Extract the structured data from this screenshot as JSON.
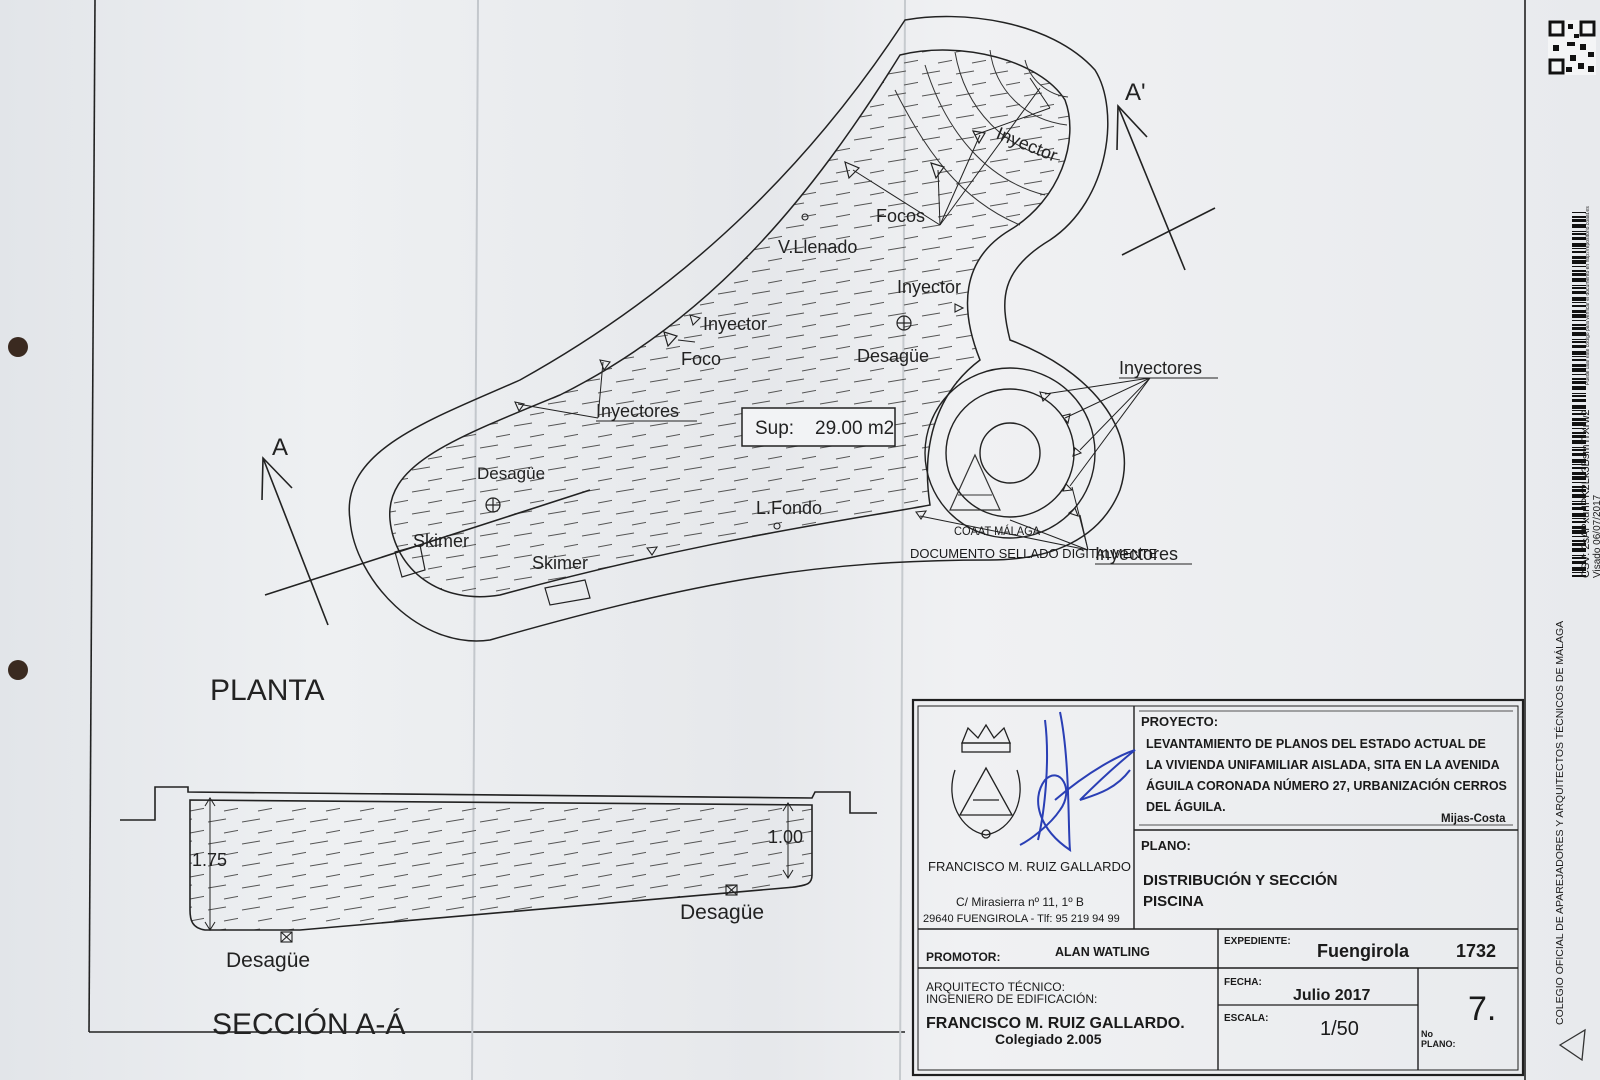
{
  "plan": {
    "view_title": "PLANTA",
    "section_title": "SECCIÓN A-Á",
    "marker_a": "A",
    "marker_a_prime": "A'",
    "area_label": "Sup:",
    "area_value": "29.00 m2",
    "labels": {
      "inyector_top": "Inyector",
      "focos": "Focos",
      "v_llenado": "V.Llenado",
      "inyector_mid": "Inyector",
      "inyector_left": "Inyector",
      "foco": "Foco",
      "desague_center": "Desagüe",
      "inyectores_right": "Inyectores",
      "inyectores_left": "Inyectores",
      "desague_left": "Desagüe",
      "l_fondo": "L.Fondo",
      "skimer_1": "Skimer",
      "skimer_2": "Skimer",
      "inyectores_bottom": "Inyectores"
    },
    "stamp_line1": "COAAT MÁLAGA",
    "stamp_line2": "DOCUMENTO SELLADO DIGITALMENTE"
  },
  "section": {
    "depth_shallow": "1.00",
    "depth_deep": "1.75",
    "drain_left": "Desagüe",
    "drain_right": "Desagüe"
  },
  "title_block": {
    "proyecto_label": "PROYECTO:",
    "proyecto_lines": [
      "LEVANTAMIENTO DE PLANOS DEL ESTADO ACTUAL DE",
      "LA VIVIENDA UNIFAMILIAR AISLADA, SITA EN LA AVENIDA",
      "ÁGUILA CORONADA NÚMERO 27, URBANIZACIÓN CERROS",
      "DEL ÁGUILA."
    ],
    "location": "Mijas-Costa",
    "plano_label": "PLANO:",
    "plano_line1": "DISTRIBUCIÓN  Y  SECCIÓN",
    "plano_line2": "PISCINA",
    "author_name": "FRANCISCO M. RUIZ GALLARDO",
    "author_address": "C/ Mirasierra nº 11, 1º B",
    "author_city": "29640 FUENGIROLA - Tlf: 95 219 94 99",
    "promotor_label": "PROMOTOR:",
    "promotor": "ALAN WATLING",
    "expediente_label": "EXPEDIENTE:",
    "expediente_place": "Fuengirola",
    "expediente_number": "1732",
    "arquitecto_label1": "ARQUITECTO TÉCNICO:",
    "arquitecto_label2": "INGENIERO DE EDIFICACIÓN:",
    "arquitecto_name": "FRANCISCO M. RUIZ GALLARDO.",
    "colegiado": "Colegiado 2.005",
    "fecha_label": "FECHA:",
    "fecha": "Julio   2017",
    "escala_label": "ESCALA:",
    "escala": "1/50",
    "plano_no_label1": "No",
    "plano_no_label2": "PLANO:",
    "plano_no": "7."
  },
  "margin": {
    "colegio": "COLEGIO OFICIAL DE APAREJADORES Y ARQUITECTOS TÉCNICOS DE MÁLAGA",
    "csv": "CSV: 2sAPxurIPK2Lk3BsmTrXrw2",
    "csv_note": "Puede usar este código para verificar el documento en http://repositorio.coaat.es",
    "visado": "Visado 06/07/2017"
  },
  "colors": {
    "ink": "#1d1d1f",
    "signature": "#2a3fb5",
    "paper": "#eceef1"
  }
}
